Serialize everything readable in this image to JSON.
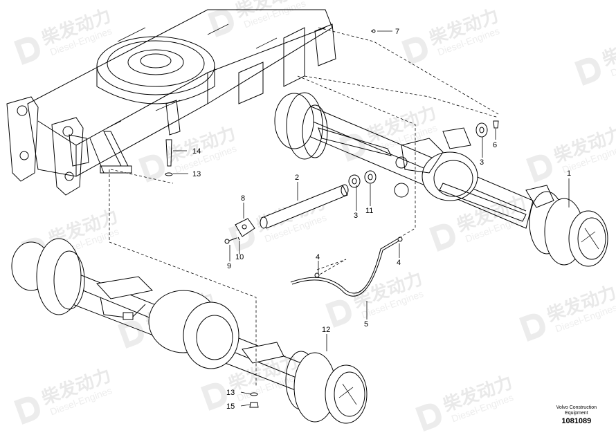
{
  "watermark": {
    "brand_cn": "柴发动力",
    "brand_en": "Diesel-Engines"
  },
  "callouts": [
    {
      "id": "c1",
      "text": "1"
    },
    {
      "id": "c2",
      "text": "2"
    },
    {
      "id": "c3a",
      "text": "3"
    },
    {
      "id": "c3b",
      "text": "3"
    },
    {
      "id": "c4a",
      "text": "4"
    },
    {
      "id": "c4b",
      "text": "4"
    },
    {
      "id": "c5",
      "text": "5"
    },
    {
      "id": "c6",
      "text": "6"
    },
    {
      "id": "c7",
      "text": "7"
    },
    {
      "id": "c8",
      "text": "8"
    },
    {
      "id": "c9",
      "text": "9"
    },
    {
      "id": "c10",
      "text": "10"
    },
    {
      "id": "c11",
      "text": "11"
    },
    {
      "id": "c12",
      "text": "12"
    },
    {
      "id": "c13a",
      "text": "13"
    },
    {
      "id": "c13b",
      "text": "13"
    },
    {
      "id": "c14",
      "text": "14"
    },
    {
      "id": "c15",
      "text": "15"
    }
  ],
  "footer": {
    "line1": "Volvo Construction",
    "line2": "Equipment",
    "code": "1081089"
  }
}
